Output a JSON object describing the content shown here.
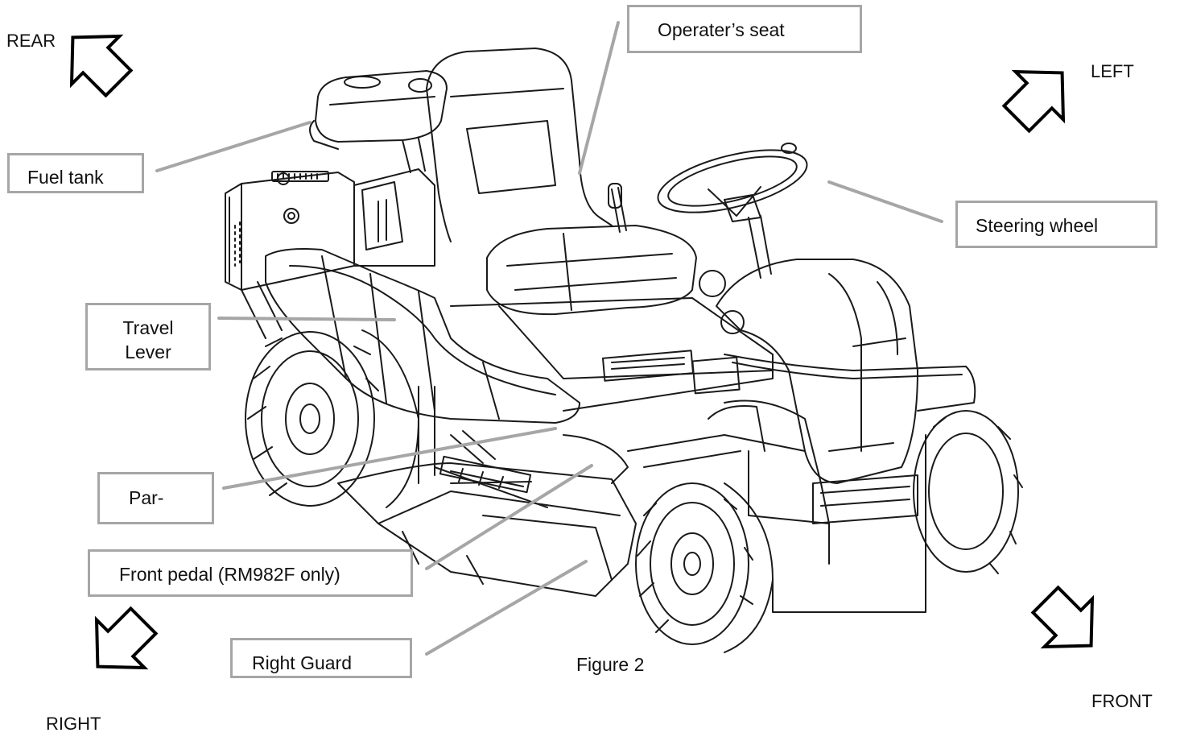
{
  "figure": {
    "caption": "Figure 2"
  },
  "directions": {
    "rear": "REAR",
    "left": "LEFT",
    "right": "RIGHT",
    "front": "FRONT"
  },
  "callouts": {
    "operators_seat": "Operater’s seat",
    "fuel_tank": "Fuel tank",
    "steering_wheel": "Steering wheel",
    "travel_lever": "Travel Lever",
    "parking": "Par-",
    "front_pedal": "Front pedal (RM982F only)",
    "right_guard": "Right Guard"
  },
  "colors": {
    "leader_line": "#a6a6a6",
    "callout_border": "#a6a6a6",
    "drawing_stroke": "#1a1a1a"
  },
  "icons": {
    "rear_arrow": "outline-arrow-up-left",
    "left_arrow": "outline-arrow-up-right",
    "right_arrow": "outline-arrow-down-left",
    "front_arrow": "outline-arrow-down-right"
  }
}
